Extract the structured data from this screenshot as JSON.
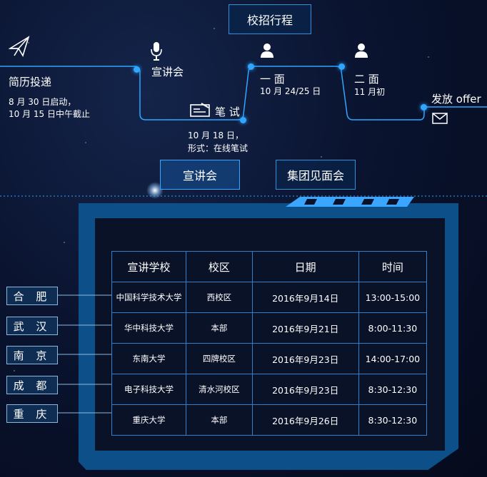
{
  "header": {
    "title": "校招行程"
  },
  "timeline": {
    "steps": [
      {
        "title": "简历投递",
        "details": [
          "8 月 30 日启动，",
          "10 月 15 日中午截止"
        ],
        "icon": "paper-plane-icon"
      },
      {
        "title": "宣讲会",
        "details": [],
        "icon": "microphone-icon"
      },
      {
        "title": "笔 试",
        "details": [
          "10 月 18 日，",
          "形式：在线笔试"
        ],
        "icon": "exam-icon"
      },
      {
        "title": "一 面",
        "details": [
          "10 月 24/25 日"
        ],
        "icon": "person-icon"
      },
      {
        "title": "二 面",
        "details": [
          "11 月初"
        ],
        "icon": "person-icon"
      },
      {
        "title": "发放 offer",
        "details": [],
        "icon": "envelope-icon"
      }
    ]
  },
  "tabs": [
    {
      "label": "宣讲会",
      "active": true
    },
    {
      "label": "集团见面会",
      "active": false
    }
  ],
  "table": {
    "headers": [
      "宣讲学校",
      "校区",
      "日期",
      "时间"
    ],
    "rows": [
      {
        "city": "合 肥",
        "school": "中国科学技术大学",
        "campus": "西校区",
        "date": "2016年9月14日",
        "time": "13:00-15:00"
      },
      {
        "city": "武 汉",
        "school": "华中科技大学",
        "campus": "本部",
        "date": "2016年9月21日",
        "time": "8:00-11:30"
      },
      {
        "city": "南 京",
        "school": "东南大学",
        "campus": "四牌校区",
        "date": "2016年9月23日",
        "time": "14:00-17:00"
      },
      {
        "city": "成 都",
        "school": "电子科技大学",
        "campus": "清水河校区",
        "date": "2016年9月23日",
        "time": "8:30-12:30"
      },
      {
        "city": "重 庆",
        "school": "重庆大学",
        "campus": "本部",
        "date": "2016年9月26日",
        "time": "8:30-12:30"
      }
    ]
  },
  "colors": {
    "accent": "#2fa6ff",
    "frame": "#0d4f88",
    "background": "#0a1430"
  }
}
